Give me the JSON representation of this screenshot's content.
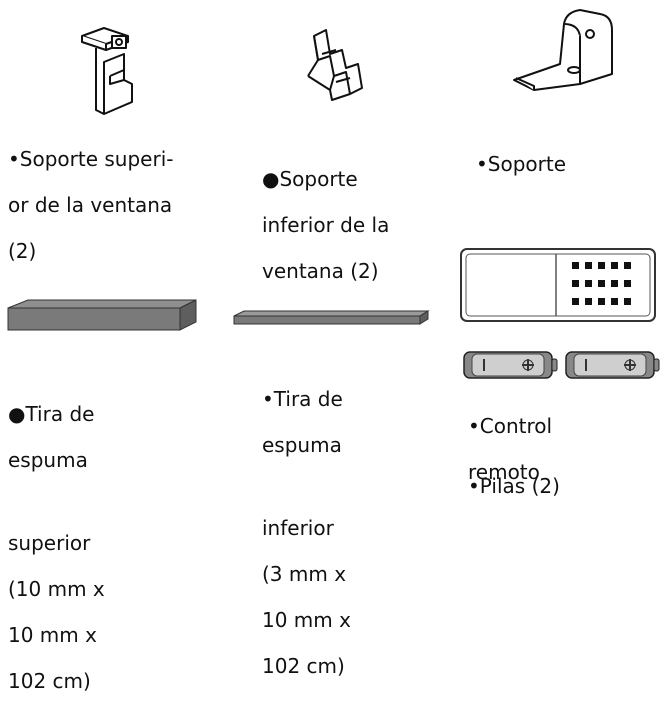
{
  "parts": [
    {
      "id": "upper-window-bracket",
      "icon": "upper-window-bracket-icon",
      "label_lines": [
        "•Soporte superi-",
        "or de la ventana",
        "(2)"
      ]
    },
    {
      "id": "lower-window-bracket",
      "icon": "lower-window-bracket-icon",
      "label_lines": [
        "●Soporte",
        "inferior de la",
        "ventana (2)"
      ]
    },
    {
      "id": "bracket",
      "icon": "l-bracket-icon",
      "label_lines": [
        "•Soporte"
      ]
    },
    {
      "id": "upper-foam-strip",
      "icon": "thick-foam-strip-icon",
      "label_lines": [
        "●Tira de",
        "espuma",
        "",
        "superior",
        "(10 mm x",
        "10 mm x",
        "102 cm)"
      ]
    },
    {
      "id": "lower-foam-strip",
      "icon": "thin-foam-strip-icon",
      "label_lines": [
        "•Tira de",
        "espuma",
        "",
        "inferior",
        "(3 mm x",
        "10 mm x",
        "102 cm)"
      ]
    },
    {
      "id": "remote-control",
      "icon": "remote-control-icon",
      "label_lines": [
        "•Control",
        "remoto"
      ]
    },
    {
      "id": "batteries",
      "icon": "batteries-icon",
      "label_lines": [
        "•Pilas (2)"
      ]
    }
  ]
}
